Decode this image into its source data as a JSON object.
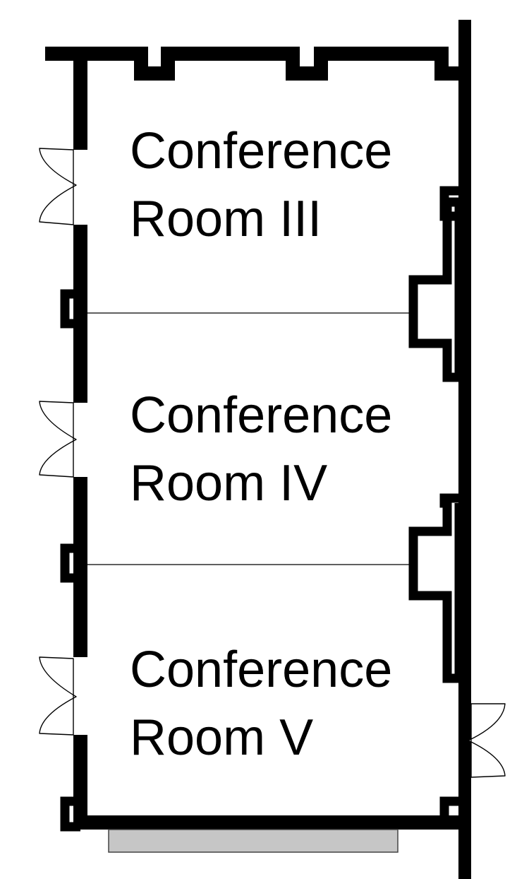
{
  "rooms": [
    {
      "line1": "Conference",
      "line2": "Room III"
    },
    {
      "line1": "Conference",
      "line2": "Room IV"
    },
    {
      "line1": "Conference",
      "line2": "Room V"
    }
  ],
  "colors": {
    "wall": "#000000",
    "background": "#ffffff",
    "platform": "#c6c6c6"
  }
}
